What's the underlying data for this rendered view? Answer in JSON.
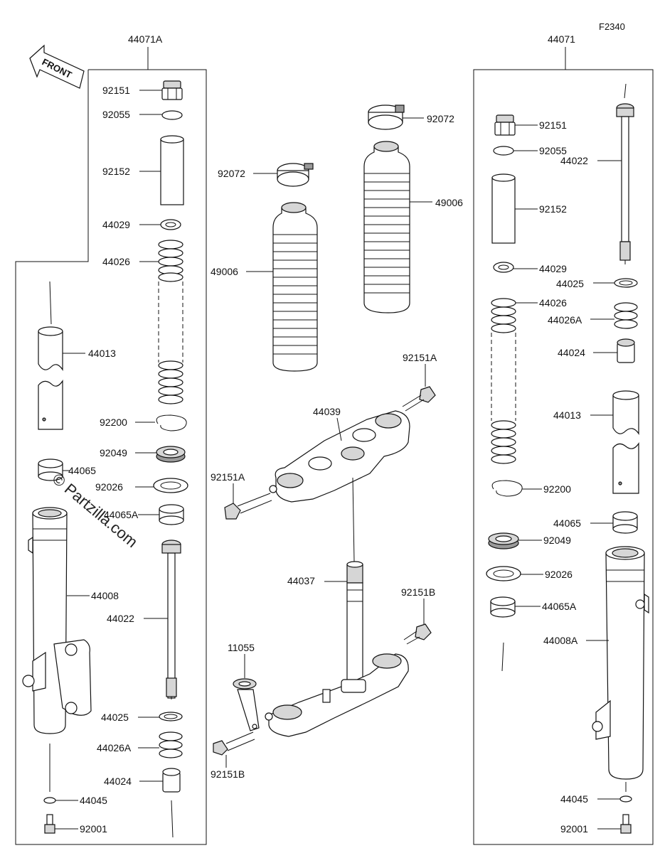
{
  "diagram": {
    "figure_code": "F2340",
    "watermark": "© Partzilla.com",
    "front_label": "FRONT"
  },
  "assemblies": {
    "left": "44071A",
    "right": "44071"
  },
  "callouts": {
    "l_92151": "92151",
    "l_92055": "92055",
    "l_92152": "92152",
    "l_44029": "44029",
    "l_44026": "44026",
    "l_44013": "44013",
    "l_92200": "92200",
    "l_92049": "92049",
    "l_44065": "44065",
    "l_92026": "92026",
    "l_44065A": "44065A",
    "l_44008": "44008",
    "l_44022": "44022",
    "l_44025": "44025",
    "l_44026A": "44026A",
    "l_44024": "44024",
    "l_44045": "44045",
    "l_92001": "92001",
    "c_92072a": "92072",
    "c_92072b": "92072",
    "c_49006a": "49006",
    "c_49006b": "49006",
    "c_92151A_top": "92151A",
    "c_44039": "44039",
    "c_92151A_left": "92151A",
    "c_44037": "44037",
    "c_92151B_right": "92151B",
    "c_11055": "11055",
    "c_92151B_bottom": "92151B",
    "r_92151": "92151",
    "r_92055": "92055",
    "r_44022": "44022",
    "r_92152": "92152",
    "r_44029": "44029",
    "r_44025": "44025",
    "r_44026": "44026",
    "r_44026A": "44026A",
    "r_44024": "44024",
    "r_44013": "44013",
    "r_92200": "92200",
    "r_44065": "44065",
    "r_92049": "92049",
    "r_92026": "92026",
    "r_44065A": "44065A",
    "r_44008A": "44008A",
    "r_44045": "44045",
    "r_92001": "92001"
  }
}
